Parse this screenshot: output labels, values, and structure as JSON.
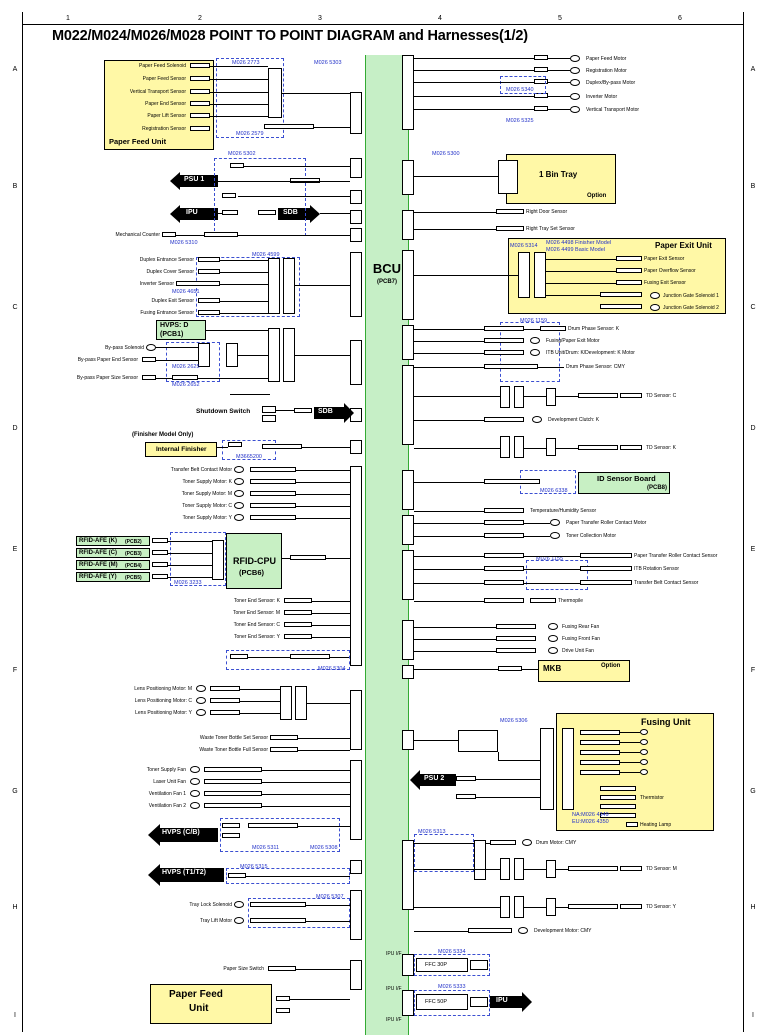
{
  "title": "M022/M024/M026/M028 POINT TO POINT DIAGRAM  and Harnesses(1/2)",
  "columns": [
    "1",
    "2",
    "3",
    "4",
    "5",
    "6"
  ],
  "rows": [
    "A",
    "B",
    "C",
    "D",
    "E",
    "F",
    "G",
    "H",
    "I"
  ],
  "bcu": {
    "name": "BCU",
    "sub": "(PCB7)"
  },
  "paper_feed_unit": {
    "title": "Paper Feed Unit",
    "sensors": [
      "Paper Feed Solenoid",
      "Paper Feed Sensor",
      "Vertical Transport Sensor",
      "Paper End Sensor",
      "Paper Lift Sensor",
      "Registration Sensor"
    ],
    "refs": [
      "M026 2773",
      "M026 5303",
      "M026 2579"
    ]
  },
  "right_top": {
    "items": [
      "Paper Feed Motor",
      "Registration Motor",
      "Duplex/By-pass Motor",
      "Inverter Motor",
      "Vertical Transport Motor"
    ],
    "refs": [
      "M026 5340",
      "M026 5325"
    ]
  },
  "psu1": "PSU 1",
  "ipu": "IPU",
  "sdb": "SDB",
  "mechanical_counter": "Mechanical Counter",
  "ref_5302": "M026 5302",
  "ref_5310": "M026 5310",
  "ref_5300": "M026 5300",
  "one_bin_tray": {
    "title": "1 Bin Tray",
    "option": "Option"
  },
  "right_door_sensor": "Right Door Sensor",
  "right_tray_set_sensor": "Right Tray Set Sensor",
  "paper_exit_unit": {
    "title": "Paper Exit Unit",
    "models": [
      "M026  4498  Finisher Model",
      "M026  4499  Basic Model"
    ],
    "ref": "M026 5314",
    "items": [
      "Paper Exit Sensor",
      "Paper Overflow Sensor",
      "Fusing Exit Sensor",
      "Junction Gate Solenoid 1",
      "Junction Gate Solenoid 2"
    ]
  },
  "duplex_group": {
    "ref": "M026 4599",
    "ref2": "M026 4651",
    "items": [
      "Duplex Entrance Sensor",
      "Duplex Cover Sensor",
      "Inverter Sensor",
      "Duplex Exit Sensor",
      "Fusing Entrance Sensor"
    ]
  },
  "hvps_d": {
    "title": "HVPS: D",
    "sub": "(PCB1)"
  },
  "bypass": {
    "items": [
      "By-pass Solenoid",
      "By-pass Paper End Sensor",
      "By-pass Paper Size Sensor"
    ],
    "refs": [
      "M026 2625",
      "M026 2652"
    ]
  },
  "shutdown_switch": "Shutdown Switch",
  "finisher_model_only": "(Finisher Model Only)",
  "internal_finisher": {
    "title": "Internal Finisher",
    "ref": "M3665200"
  },
  "drum_group": {
    "ref": "M026 1159",
    "items": [
      "Drum Phase Sensor: K",
      "Fusing/Paper Exit Motor",
      "ITB Unit/Drum: K/Development: K Motor",
      "Drum Phase Sensor: CMY"
    ]
  },
  "td_sensor_c": "TD Sensor: C",
  "development_clutch_k": "Development Clutch: K",
  "td_sensor_k": "TD Sensor: K",
  "id_sensor_board": {
    "title": "ID Sensor Board",
    "sub": "(PCB8)",
    "ref": "M026 6338"
  },
  "toner_motors": [
    "Transfer Belt Contact Motor",
    "Toner Supply Motor: K",
    "Toner Supply Motor: M",
    "Toner Supply Motor: C",
    "Toner Supply Motor: Y"
  ],
  "rfid_afe": [
    {
      "name": "RFID-AFE (K)",
      "pcb": "(PCB2)"
    },
    {
      "name": "RFID-AFE (C)",
      "pcb": "(PCB3)"
    },
    {
      "name": "RFID-AFE (M)",
      "pcb": "(PCB4)"
    },
    {
      "name": "RFID-AFE (Y)",
      "pcb": "(PCB5)"
    }
  ],
  "rfid_cpu": {
    "title": "RFID-CPU",
    "sub": "(PCB6)",
    "ref": "M026 3233"
  },
  "mid_right": {
    "items": [
      "Temperature/Humidity Sensor",
      "Paper Transfer Roller Contact Motor",
      "Toner Collection Motor"
    ]
  },
  "transfer_group": {
    "ref": "M026 1155",
    "items": [
      "Paper Transfer Roller Contact Sensor",
      "ITB Rotation Sensor",
      "Transfer Belt Contact Sensor",
      "Thermopile"
    ]
  },
  "toner_end": [
    "Toner End Sensor: K",
    "Toner End Sensor: M",
    "Toner End Sensor: C",
    "Toner End Sensor: Y"
  ],
  "fans_right": [
    "Fusing Rear Fan",
    "Fusing Front Fan",
    "Drive Unit Fan"
  ],
  "ref_5304": "M026 5304",
  "mkb": {
    "title": "MKB",
    "option": "Option"
  },
  "lens_motors": [
    "Lens Positioning Motor: M",
    "Lens Positioning Motor: C",
    "Lens Positioning Motor: Y"
  ],
  "fusing_unit": {
    "title": "Fusing Unit",
    "ref": "M026 5306",
    "items": [
      "Thermistor",
      "Heating Lamp"
    ],
    "na": "NA:M026 4349",
    "eu": "EU:M026 4350"
  },
  "waste_toner": [
    "Waste Toner Bottle Set Sensor",
    "Waste Toner Bottle Full Sensor"
  ],
  "fans_left": [
    "Toner Supply Fan",
    "Laser Unit Fan",
    "Ventilation Fan 1",
    "Ventilation Fan 2"
  ],
  "psu2": "PSU 2",
  "hvps_cb": "HVPS (C/B)",
  "hvps_t1t2": "HVPS (T1/T2)",
  "refs_lower": [
    "M026 5311",
    "M026 5308",
    "M026 5315",
    "M026 5307",
    "M026 5313",
    "M026 5334",
    "M026 5333"
  ],
  "drum_motor_cmy": "Drum Motor: CMY",
  "td_sensor_m": "TD Sensor: M",
  "td_sensor_y": "TD Sensor: Y",
  "tray_items": [
    "Tray Lock Solenoid",
    "Tray Lift Motor"
  ],
  "development_motor_cmy": "Development Motor: CMY",
  "paper_size_switch": "Paper Size Switch",
  "paper_feed_unit_bottom": {
    "title": "Paper Feed",
    "title2": "Unit"
  },
  "ipu_if": "IPU  I/F",
  "ffc30": "FFC  30P",
  "ffc50": "FFC  50P",
  "ipu_bottom": "IPU",
  "colors": {
    "bcu_green": "#c6efc6",
    "box_yellow": "#fff8a6",
    "box_green": "#c8f0c4",
    "ref_blue": "#2231c8"
  }
}
